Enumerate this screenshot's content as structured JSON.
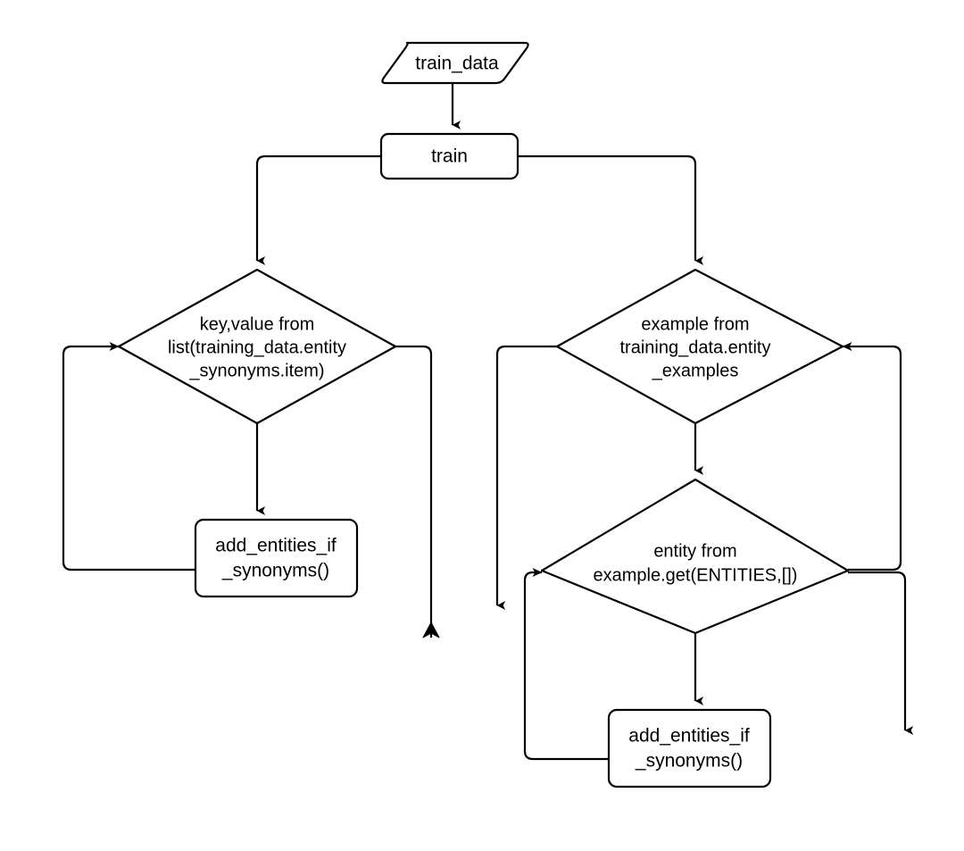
{
  "diagram": {
    "title": "train flowchart",
    "type": "flowchart",
    "background_color": "#ffffff",
    "line_color": "#000000",
    "fill_color": "#ffffff",
    "nodes": [
      {
        "id": "train_data",
        "shape": "parallelogram",
        "label": "train_data",
        "lines": [
          "train_data"
        ]
      },
      {
        "id": "train",
        "shape": "rounded-rect",
        "label": "train",
        "lines": [
          "train"
        ]
      },
      {
        "id": "loop_synonyms",
        "shape": "diamond",
        "label": "key,value from list(training_data.entity_synonyms.item)",
        "lines": [
          "key,value from",
          "list(training_data.entity",
          "_synonyms.item)"
        ]
      },
      {
        "id": "add_entities_left",
        "shape": "rounded-rect",
        "label": "add_entities_if_synonyms()",
        "lines": [
          "add_entities_if",
          "_synonyms()"
        ]
      },
      {
        "id": "loop_examples",
        "shape": "diamond",
        "label": "example from training_data.entity_examples",
        "lines": [
          "example from",
          "training_data.entity",
          "_examples"
        ]
      },
      {
        "id": "loop_entities",
        "shape": "diamond",
        "label": "entity from example.get(ENTITIES,[])",
        "lines": [
          "entity from",
          "example.get(ENTITIES,[])"
        ]
      },
      {
        "id": "add_entities_right",
        "shape": "rounded-rect",
        "label": "add_entities_if_synonyms()",
        "lines": [
          "add_entities_if",
          "_synonyms()"
        ]
      }
    ],
    "edges": [
      {
        "id": "e1",
        "from": "train_data",
        "to": "train",
        "arrow": "down"
      },
      {
        "id": "e2",
        "from": "train",
        "to": "loop_synonyms",
        "arrow": "down"
      },
      {
        "id": "e3",
        "from": "train",
        "to": "loop_examples",
        "arrow": "down"
      },
      {
        "id": "e4",
        "from": "loop_synonyms",
        "to": "add_entities_left",
        "arrow": "down"
      },
      {
        "id": "e5",
        "from": "add_entities_left",
        "to": "loop_synonyms",
        "arrow": "loop-back-left"
      },
      {
        "id": "e6",
        "from": "loop_synonyms",
        "to": "exit-left",
        "arrow": "up"
      },
      {
        "id": "e7",
        "from": "loop_examples",
        "to": "exit-right",
        "arrow": "down"
      },
      {
        "id": "e8",
        "from": "loop_examples",
        "to": "loop_entities",
        "arrow": "down"
      },
      {
        "id": "e9",
        "from": "loop_entities",
        "to": "add_entities_right",
        "arrow": "down"
      },
      {
        "id": "e10",
        "from": "add_entities_right",
        "to": "loop_entities",
        "arrow": "loop-back-left"
      },
      {
        "id": "e11",
        "from": "loop_entities",
        "to": "loop_examples",
        "arrow": "loop-back-right"
      },
      {
        "id": "e12",
        "from": "loop_entities",
        "to": "exit-bottom-right",
        "arrow": "down"
      }
    ]
  }
}
